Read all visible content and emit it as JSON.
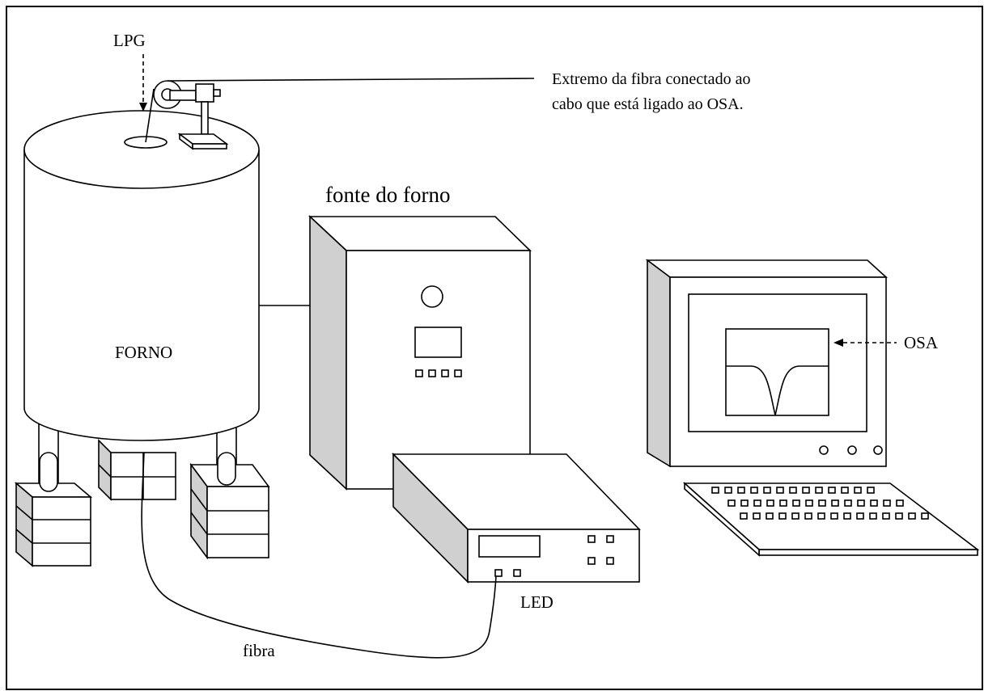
{
  "diagram": {
    "labels": {
      "lpg": "LPG",
      "fiber_end": "Extremo da fibra conectado ao",
      "fiber_end_2": "cabo que está ligado ao OSA.",
      "furnace_source": "fonte do forno",
      "furnace": "FORNO",
      "osa": "OSA",
      "led": "LED",
      "fiber": "fibra"
    }
  }
}
